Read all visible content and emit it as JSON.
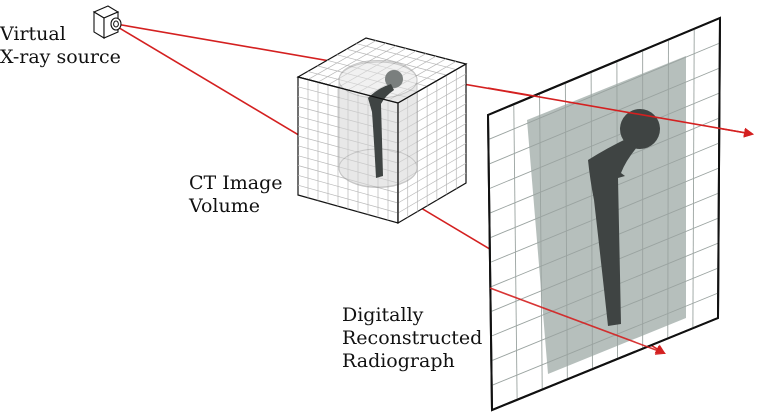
{
  "labels": {
    "source": [
      "Virtual",
      "X-ray source"
    ],
    "volume": [
      "CT Image",
      "Volume"
    ],
    "drr": [
      "Digitally",
      "Reconstructed",
      "Radiograph"
    ]
  },
  "colors": {
    "ray": "#d42020",
    "detector_fill": "#a9b4b0",
    "implant": "#3f4443",
    "grid_line": "#b8b8b8",
    "outline": "#111111",
    "cylinder": "#d6d6d6"
  },
  "icons": {
    "source": "camera-icon",
    "implant": "hip-implant-icon"
  }
}
